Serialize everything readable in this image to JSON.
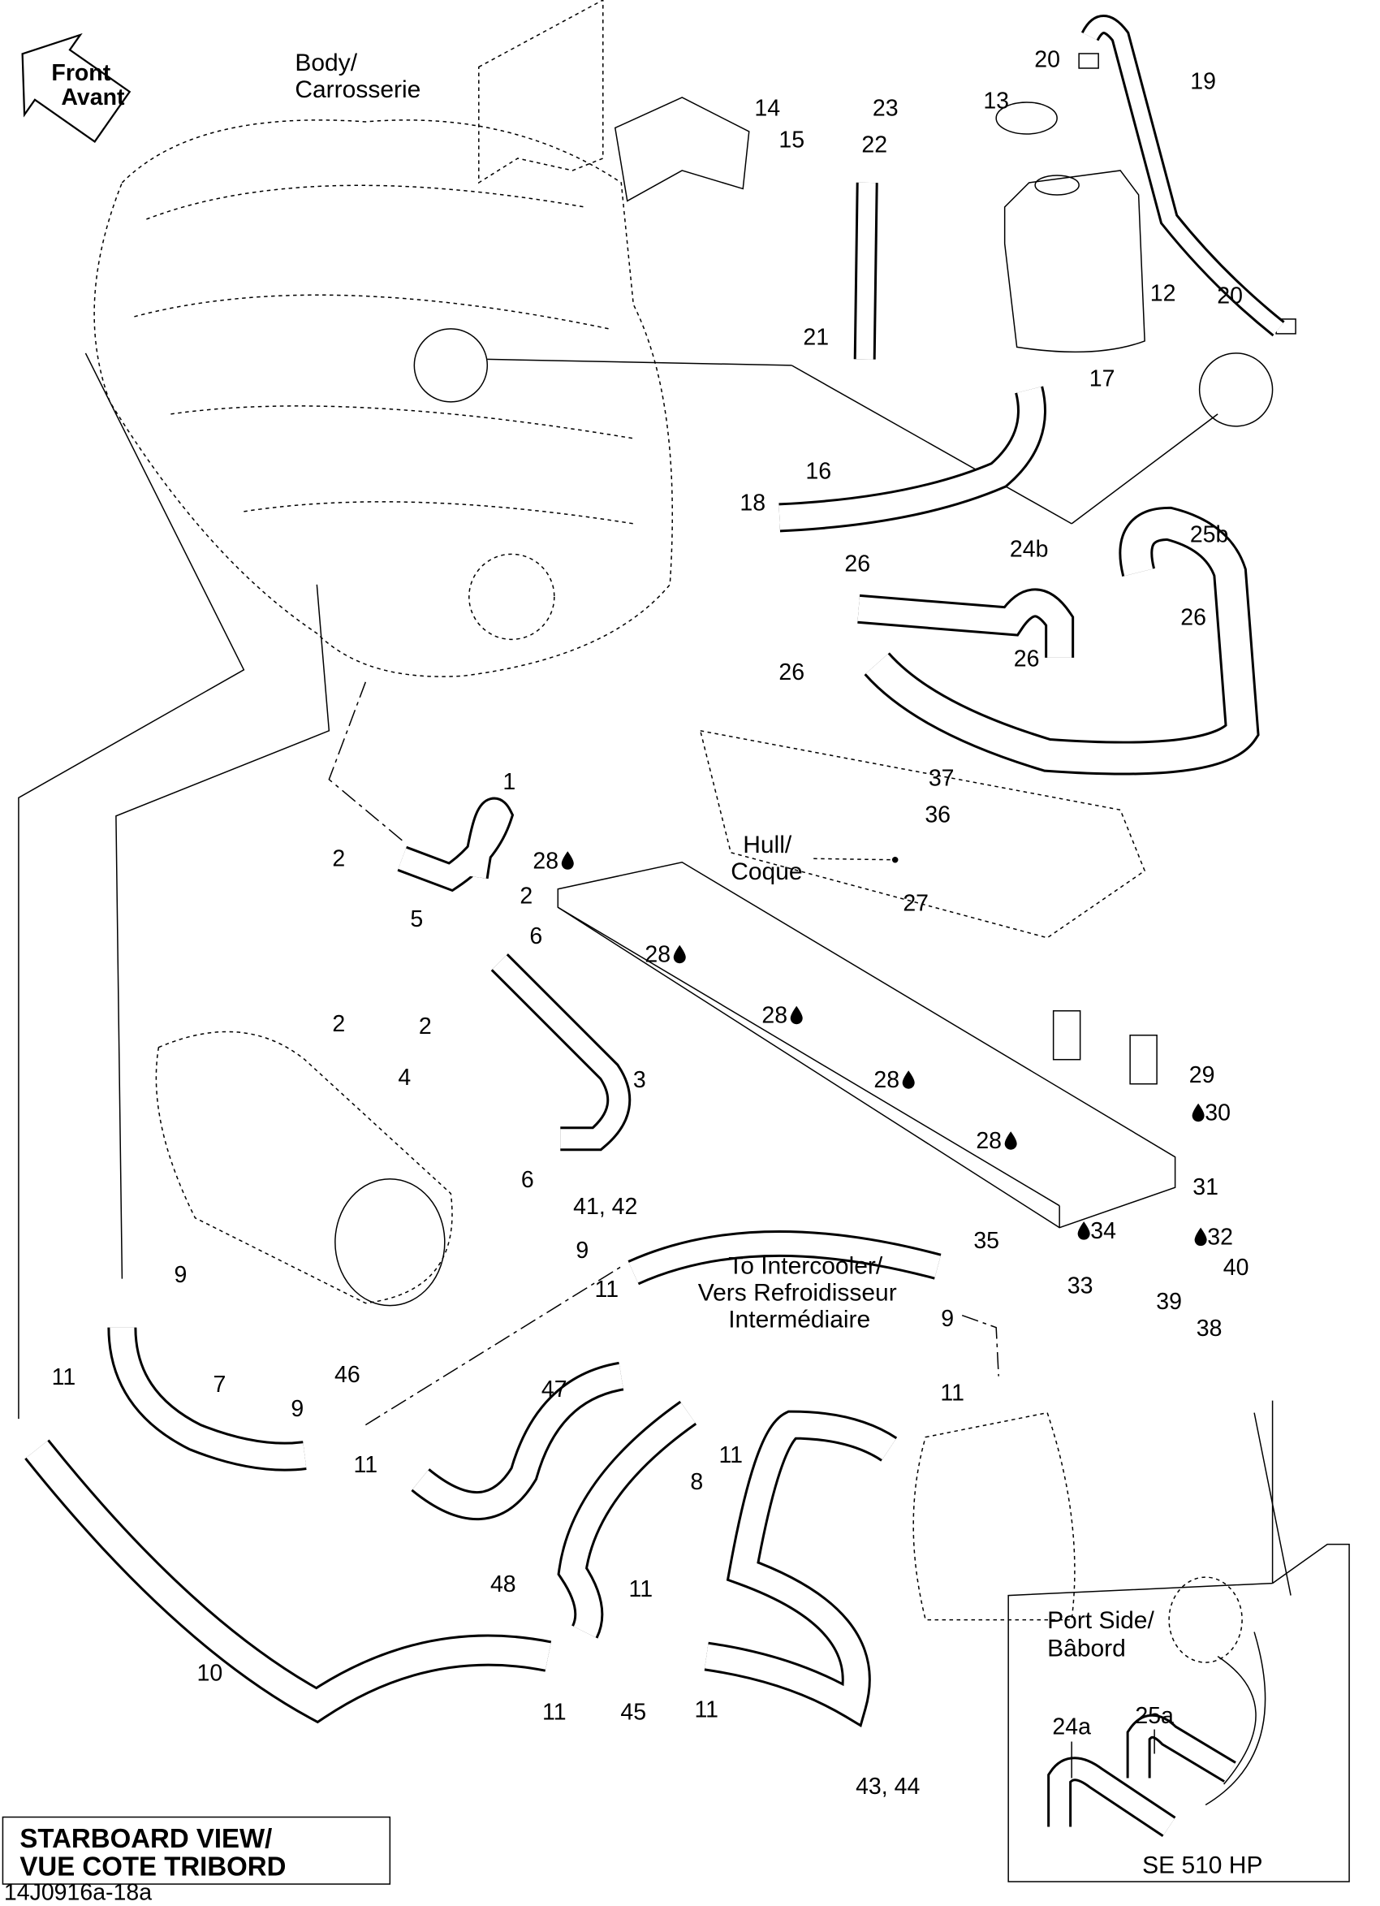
{
  "diagram": {
    "front_arrow": {
      "line1": "Front",
      "line2": "Avant"
    },
    "body_label": {
      "line1": "Body/",
      "line2": "Carrosserie"
    },
    "hull_label": {
      "line1": "Hull/",
      "line2": "Coque"
    },
    "intercooler_label": {
      "line1": "To Intercooler/",
      "line2": "Vers Refroidisseur",
      "line3": "Intermédiaire"
    },
    "inset": {
      "line1": "Port Side/",
      "line2": "Bâbord",
      "model": "SE 510 HP",
      "callouts": [
        "24a",
        "25a"
      ]
    },
    "view_title": {
      "line1": "STARBOARD VIEW/",
      "line2": "VUE COTE TRIBORD"
    },
    "figure_id": "14J0916a-18a",
    "drop_icon": "sealant-drop-icon",
    "callouts": [
      "20",
      "19",
      "13",
      "23",
      "14",
      "15",
      "22",
      "12",
      "21",
      "20",
      "17",
      "16",
      "18",
      "25b",
      "24b",
      "26",
      "26",
      "26",
      "26",
      "1",
      "37",
      "36",
      "2",
      "2",
      "5",
      "6",
      "27",
      "2",
      "2",
      "4",
      "3",
      "29",
      "30",
      "6",
      "31",
      "32",
      "41, 42",
      "40",
      "35",
      "34",
      "9",
      "9",
      "33",
      "39",
      "38",
      "11",
      "9",
      "11",
      "7",
      "46",
      "9",
      "47",
      "11",
      "11",
      "11",
      "8",
      "48",
      "11",
      "10",
      "11",
      "45",
      "11",
      "43, 44",
      "28",
      "28",
      "28",
      "28",
      "28"
    ]
  }
}
